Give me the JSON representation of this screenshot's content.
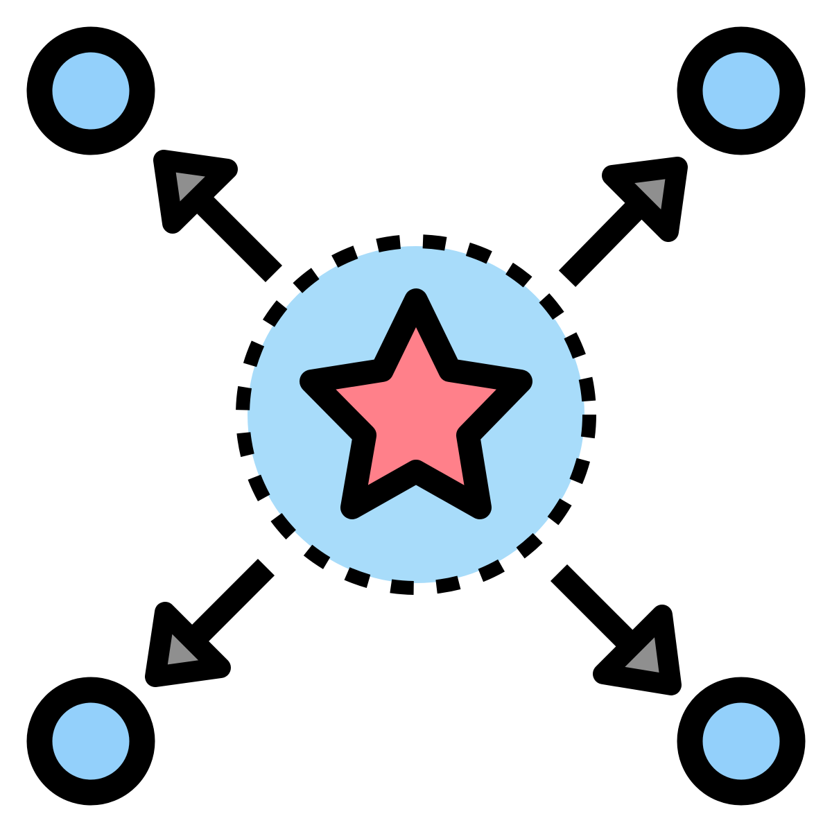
{
  "icon": {
    "name": "distribution-star-icon",
    "center_symbol": "star-icon",
    "node_symbol": "circle-node-icon",
    "arrow_symbol": "arrow-icon",
    "node_count": 4,
    "arrow_directions": [
      "up-left",
      "up-right",
      "down-left",
      "down-right"
    ]
  },
  "colors": {
    "background": "#ffffff",
    "outline": "#000000",
    "hub_fill": "#a8dcfa",
    "node_fill": "#93d0fb",
    "star_fill": "#ff808a",
    "arrowhead_fill": "#8f8f8f"
  }
}
